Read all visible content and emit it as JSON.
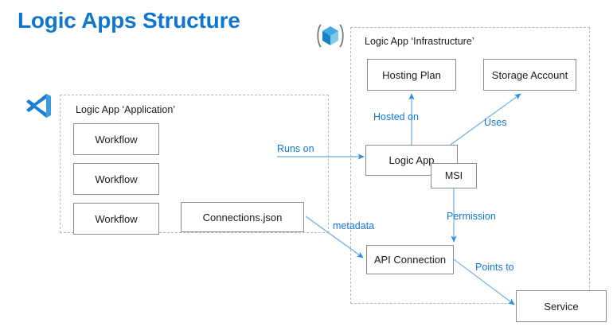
{
  "diagram": {
    "title": "Logic Apps Structure",
    "accent_color": "#1178d4",
    "title_color": "#0f76d0",
    "node_border_color": "#8d8d8d",
    "group_border_color": "#b9b9b9",
    "background": "#ffffff"
  },
  "groups": [
    {
      "id": "application",
      "label": "Logic App ‘Application’",
      "icon": "vscode-icon"
    },
    {
      "id": "infrastructure",
      "label": "Logic App ‘Infrastructure’",
      "icon": "azure-resource-group-icon"
    }
  ],
  "nodes": [
    {
      "id": "workflow-1",
      "label": "Workflow"
    },
    {
      "id": "workflow-2",
      "label": "Workflow"
    },
    {
      "id": "workflow-3",
      "label": "Workflow"
    },
    {
      "id": "connections",
      "label": "Connections.json"
    },
    {
      "id": "hosting-plan",
      "label": "Hosting Plan"
    },
    {
      "id": "storage-account",
      "label": "Storage Account"
    },
    {
      "id": "logic-app",
      "label": "Logic App"
    },
    {
      "id": "msi",
      "label": "MSI"
    },
    {
      "id": "api-connection",
      "label": "API Connection"
    },
    {
      "id": "service",
      "label": "Service"
    }
  ],
  "edges": [
    {
      "id": "runs-on",
      "label": "Runs on",
      "from": "application",
      "to": "logic-app"
    },
    {
      "id": "hosted-on",
      "label": "Hosted on",
      "from": "logic-app",
      "to": "hosting-plan"
    },
    {
      "id": "uses",
      "label": "Uses",
      "from": "logic-app",
      "to": "storage-account"
    },
    {
      "id": "permission",
      "label": "Permission",
      "from": "msi",
      "to": "api-connection"
    },
    {
      "id": "metadata",
      "label": "metadata",
      "from": "connections",
      "to": "api-connection"
    },
    {
      "id": "points-to",
      "label": "Points to",
      "from": "api-connection",
      "to": "service"
    }
  ]
}
